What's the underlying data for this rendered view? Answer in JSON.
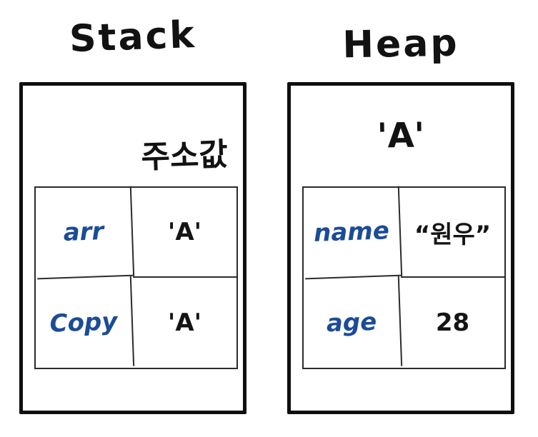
{
  "stack": {
    "title": "Stack",
    "box_label": "주소값",
    "table": {
      "rows": [
        {
          "key": "arr",
          "value": "'A'"
        },
        {
          "key": "Copy",
          "value": "'A'"
        }
      ]
    }
  },
  "heap": {
    "title": "Heap",
    "box_label": "'A'",
    "table": {
      "rows": [
        {
          "key": "name",
          "value": "“원우”"
        },
        {
          "key": "age",
          "value": "28"
        }
      ]
    }
  },
  "colors": {
    "ink": "#111111",
    "key_text_blue": "#1b4c98",
    "outer_border": "#0f0f0f",
    "table_border": "#2b2b2b",
    "background": "#ffffff"
  }
}
